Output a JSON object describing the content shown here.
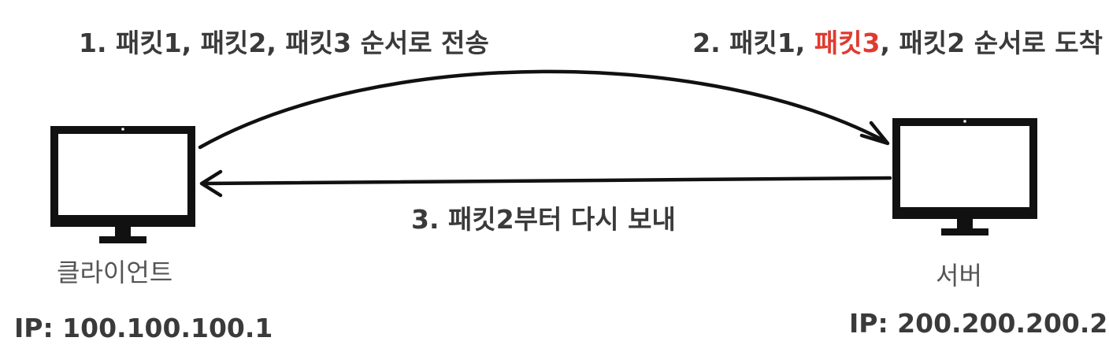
{
  "steps": {
    "send": "1. 패킷1, 패킷2, 패킷3 순서로 전송",
    "arrive": {
      "prefix": "2. 패킷1, ",
      "highlight": "패킷3",
      "suffix": ", 패킷2 순서로 도착"
    },
    "resend": "3. 패킷2부터 다시 보내"
  },
  "client": {
    "name": "클라이언트",
    "ip": "IP: 100.100.100.1"
  },
  "server": {
    "name": "서버",
    "ip": "IP: 200.200.200.2"
  },
  "colors": {
    "highlight": "#e03a2f",
    "stroke": "#111111"
  }
}
